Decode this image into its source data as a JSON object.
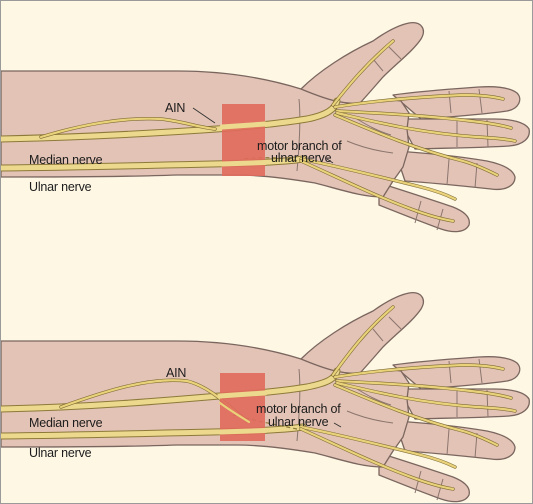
{
  "colors": {
    "background": "#fdf7e4",
    "skin": "#e3c3b5",
    "nerve": "#ecd98e",
    "compression_zone": "#e06a5c"
  },
  "panels": [
    {
      "labels": {
        "ain": "AIN",
        "median_nerve": "Median nerve",
        "ulnar_nerve": "Ulnar nerve",
        "motor_branch_line1": "motor branch of",
        "motor_branch_line2": "ulnar nerve"
      }
    },
    {
      "labels": {
        "ain": "AIN",
        "median_nerve": "Median nerve",
        "ulnar_nerve": "Ulnar nerve",
        "motor_branch_line1": "motor branch of",
        "motor_branch_line2": "ulnar nerve"
      }
    }
  ]
}
